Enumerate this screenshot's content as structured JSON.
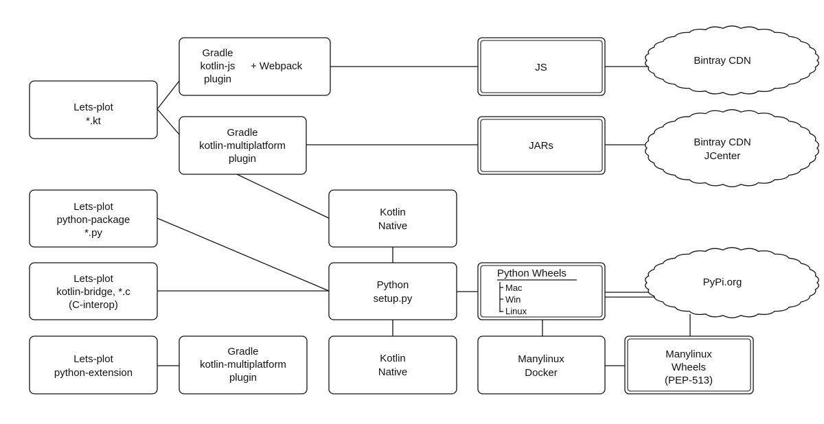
{
  "nodes": {
    "letsplot_kt": [
      "Lets-plot",
      "*.kt"
    ],
    "gradle_kotlin_js": [
      "Gradle",
      "kotlin-js",
      "plugin"
    ],
    "webpack": "+  Webpack",
    "gradle_mpp_1": [
      "Gradle",
      "kotlin-multiplatform",
      "plugin"
    ],
    "js": "JS",
    "jars": "JARs",
    "bintray_cdn": "Bintray CDN",
    "bintray_jcenter": [
      "Bintray CDN",
      "JCenter"
    ],
    "python_package": [
      "Lets-plot",
      "python-package",
      "*.py"
    ],
    "kotlin_native_1": [
      "Kotlin",
      "Native"
    ],
    "kotlin_bridge": [
      "Lets-plot",
      "kotlin-bridge, *.c",
      "(C-interop)"
    ],
    "python_setup": [
      "Python",
      "setup.py"
    ],
    "python_wheels": {
      "title": "Python Wheels",
      "items": [
        "Mac",
        "Win",
        "Linux"
      ]
    },
    "pypi": "PyPi.org",
    "python_extension": [
      "Lets-plot",
      "python-extension"
    ],
    "gradle_mpp_2": [
      "Gradle",
      "kotlin-multiplatform",
      "plugin"
    ],
    "kotlin_native_2": [
      "Kotlin",
      "Native"
    ],
    "manylinux_docker": [
      "Manylinux",
      "Docker"
    ],
    "manylinux_wheels": [
      "Manylinux",
      "Wheels",
      "(PEP-513)"
    ]
  },
  "colors": {
    "stroke": "#111111",
    "fill": "#ffffff"
  }
}
